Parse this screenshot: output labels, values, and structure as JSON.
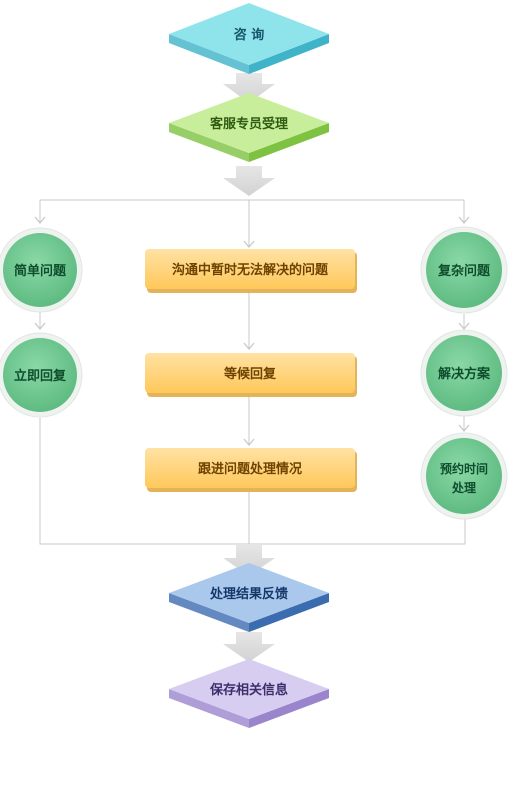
{
  "diagram": {
    "nodes": {
      "consult": {
        "label": "咨 询",
        "shape": "diamond",
        "top": "#8fe4ec",
        "side": "#3fb3c8",
        "text": "#16566a"
      },
      "service_accept": {
        "label": "客服专员受理",
        "shape": "diamond",
        "top": "#c8ee9c",
        "side": "#7ec241",
        "text": "#2f5a10"
      },
      "simple_issue": {
        "label": "简单问题",
        "shape": "circle",
        "fill": "#72c894",
        "text": "#0f4d2c"
      },
      "immediate_reply": {
        "label": "立即回复",
        "shape": "circle",
        "fill": "#72c894",
        "text": "#0f4d2c"
      },
      "cannot_solve": {
        "label": "沟通中暂时无法解决的问题",
        "shape": "bar",
        "fill": "#ffd37a",
        "text": "#6e4300"
      },
      "wait_reply": {
        "label": "等候回复",
        "shape": "bar",
        "fill": "#ffd37a",
        "text": "#6e4300"
      },
      "follow_up": {
        "label": "跟进问题处理情况",
        "shape": "bar",
        "fill": "#ffd37a",
        "text": "#6e4300"
      },
      "complex_issue": {
        "label": "复杂问题",
        "shape": "circle",
        "fill": "#72c894",
        "text": "#0f4d2c"
      },
      "solution": {
        "label": "解决方案",
        "shape": "circle",
        "fill": "#72c894",
        "text": "#0f4d2c"
      },
      "appointment_line1": {
        "label": "预约时间",
        "shape": "text",
        "text": "#0f4d2c"
      },
      "appointment_line2": {
        "label": "处理",
        "shape": "text",
        "text": "#0f4d2c"
      },
      "feedback": {
        "label": "处理结果反馈",
        "shape": "diamond",
        "top": "#a9c8ec",
        "side": "#3c6cb0",
        "text": "#17376a"
      },
      "save_info": {
        "label": "保存相关信息",
        "shape": "diamond",
        "top": "#d7cdf0",
        "side": "#9a84cc",
        "text": "#3f2d6e"
      }
    },
    "edges": [
      [
        "consult",
        "service_accept"
      ],
      [
        "service_accept",
        "simple_issue"
      ],
      [
        "service_accept",
        "cannot_solve"
      ],
      [
        "service_accept",
        "complex_issue"
      ],
      [
        "simple_issue",
        "immediate_reply"
      ],
      [
        "cannot_solve",
        "wait_reply"
      ],
      [
        "wait_reply",
        "follow_up"
      ],
      [
        "complex_issue",
        "solution"
      ],
      [
        "solution",
        "appointment"
      ],
      [
        "immediate_reply",
        "feedback"
      ],
      [
        "follow_up",
        "feedback"
      ],
      [
        "appointment",
        "feedback"
      ],
      [
        "feedback",
        "save_info"
      ]
    ],
    "colors": {
      "connector": "#c9c9c9",
      "big_arrow": "#d9d9d9",
      "circle_ring": "#e6ebe8"
    }
  }
}
